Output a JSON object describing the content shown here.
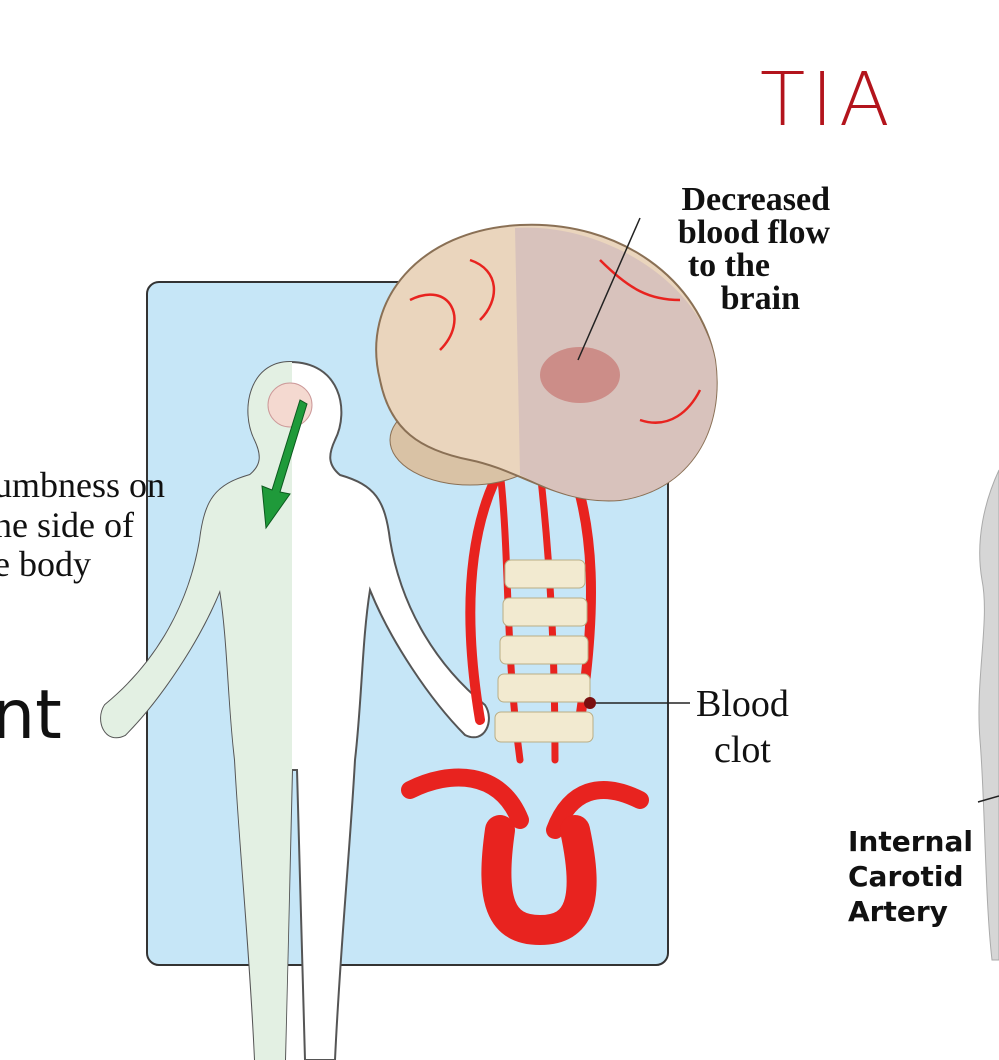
{
  "title": "TIA",
  "labels": {
    "decreased": [
      "Decreased",
      "blood flow",
      "to the",
      "brain"
    ],
    "numbness": [
      "umbness on",
      "ne side of",
      "e body"
    ],
    "clot": [
      "Blood",
      "clot"
    ],
    "fragment": "nt",
    "ica": [
      "Internal",
      "Carotid",
      "Artery"
    ]
  },
  "colors": {
    "title": "#b3141c",
    "panel": "#c6e6f7",
    "artery": "#e8231f",
    "numb_side": "#e3f0e3",
    "arrow": "#1f9a3a"
  }
}
